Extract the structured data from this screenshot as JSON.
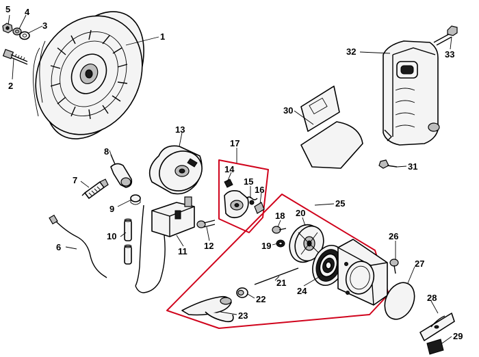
{
  "callouts": {
    "c1": "1",
    "c2": "2",
    "c3": "3",
    "c4": "4",
    "c5": "5",
    "c6": "6",
    "c7": "7",
    "c8": "8",
    "c9": "9",
    "c10": "10",
    "c11": "11",
    "c12": "12",
    "c13": "13",
    "c14": "14",
    "c15": "15",
    "c16": "16",
    "c17": "17",
    "c18": "18",
    "c19": "19",
    "c20": "20",
    "c21": "21",
    "c22": "22",
    "c23": "23",
    "c24": "24",
    "c25": "25",
    "c26": "26",
    "c27": "27",
    "c28": "28",
    "c29": "29",
    "c30": "30",
    "c31": "31",
    "c32": "32",
    "c33": "33"
  },
  "colors": {
    "group_outline": "#d0021b",
    "ink": "#000000",
    "background": "#ffffff"
  }
}
